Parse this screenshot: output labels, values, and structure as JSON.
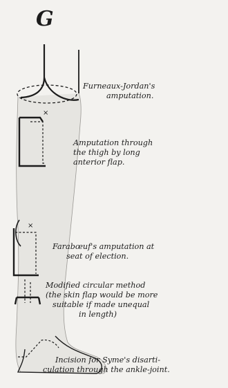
{
  "plate_letter": "G",
  "labels": {
    "furneaux": [
      "Furneaux-Jordan's",
      "amputation."
    ],
    "thigh": [
      "Amputation through",
      "the thigh by long",
      "anterior flap."
    ],
    "farabeuf": [
      "Farabœuf's amputation at",
      "seat of election."
    ],
    "circular": [
      "Modified circular method",
      "(the skin flap would be more",
      "suitable if made unequal",
      "in length)"
    ],
    "syme": [
      "Incision for Syme's disarti-",
      "culation through the ankle-joint."
    ]
  },
  "colors": {
    "ink": "#1c1c1c",
    "paper": "#f3f2ef",
    "limb_shade": "#e6e5e1"
  }
}
